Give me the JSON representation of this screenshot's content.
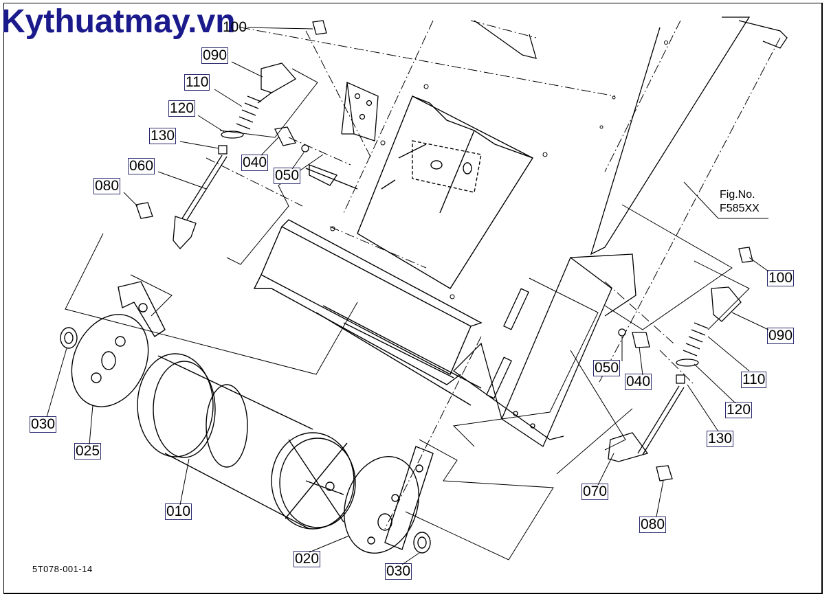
{
  "watermark": "Kythuatmay.vn",
  "figure": {
    "line1": "Fig.No.",
    "line2": "F585XX"
  },
  "doc_id": "5T078-001-14",
  "callouts": {
    "c100a": "100",
    "c090a": "090",
    "c110a": "110",
    "c120a": "120",
    "c130a": "130",
    "c040a": "040",
    "c050a": "050",
    "c060": "060",
    "c080a": "080",
    "c100b": "100",
    "c090b": "090",
    "c050b": "050",
    "c040b": "040",
    "c110b": "110",
    "c120b": "120",
    "c130b": "130",
    "c070": "070",
    "c080b": "080",
    "c030a": "030",
    "c025": "025",
    "c010": "010",
    "c020": "020",
    "c030b": "030"
  }
}
